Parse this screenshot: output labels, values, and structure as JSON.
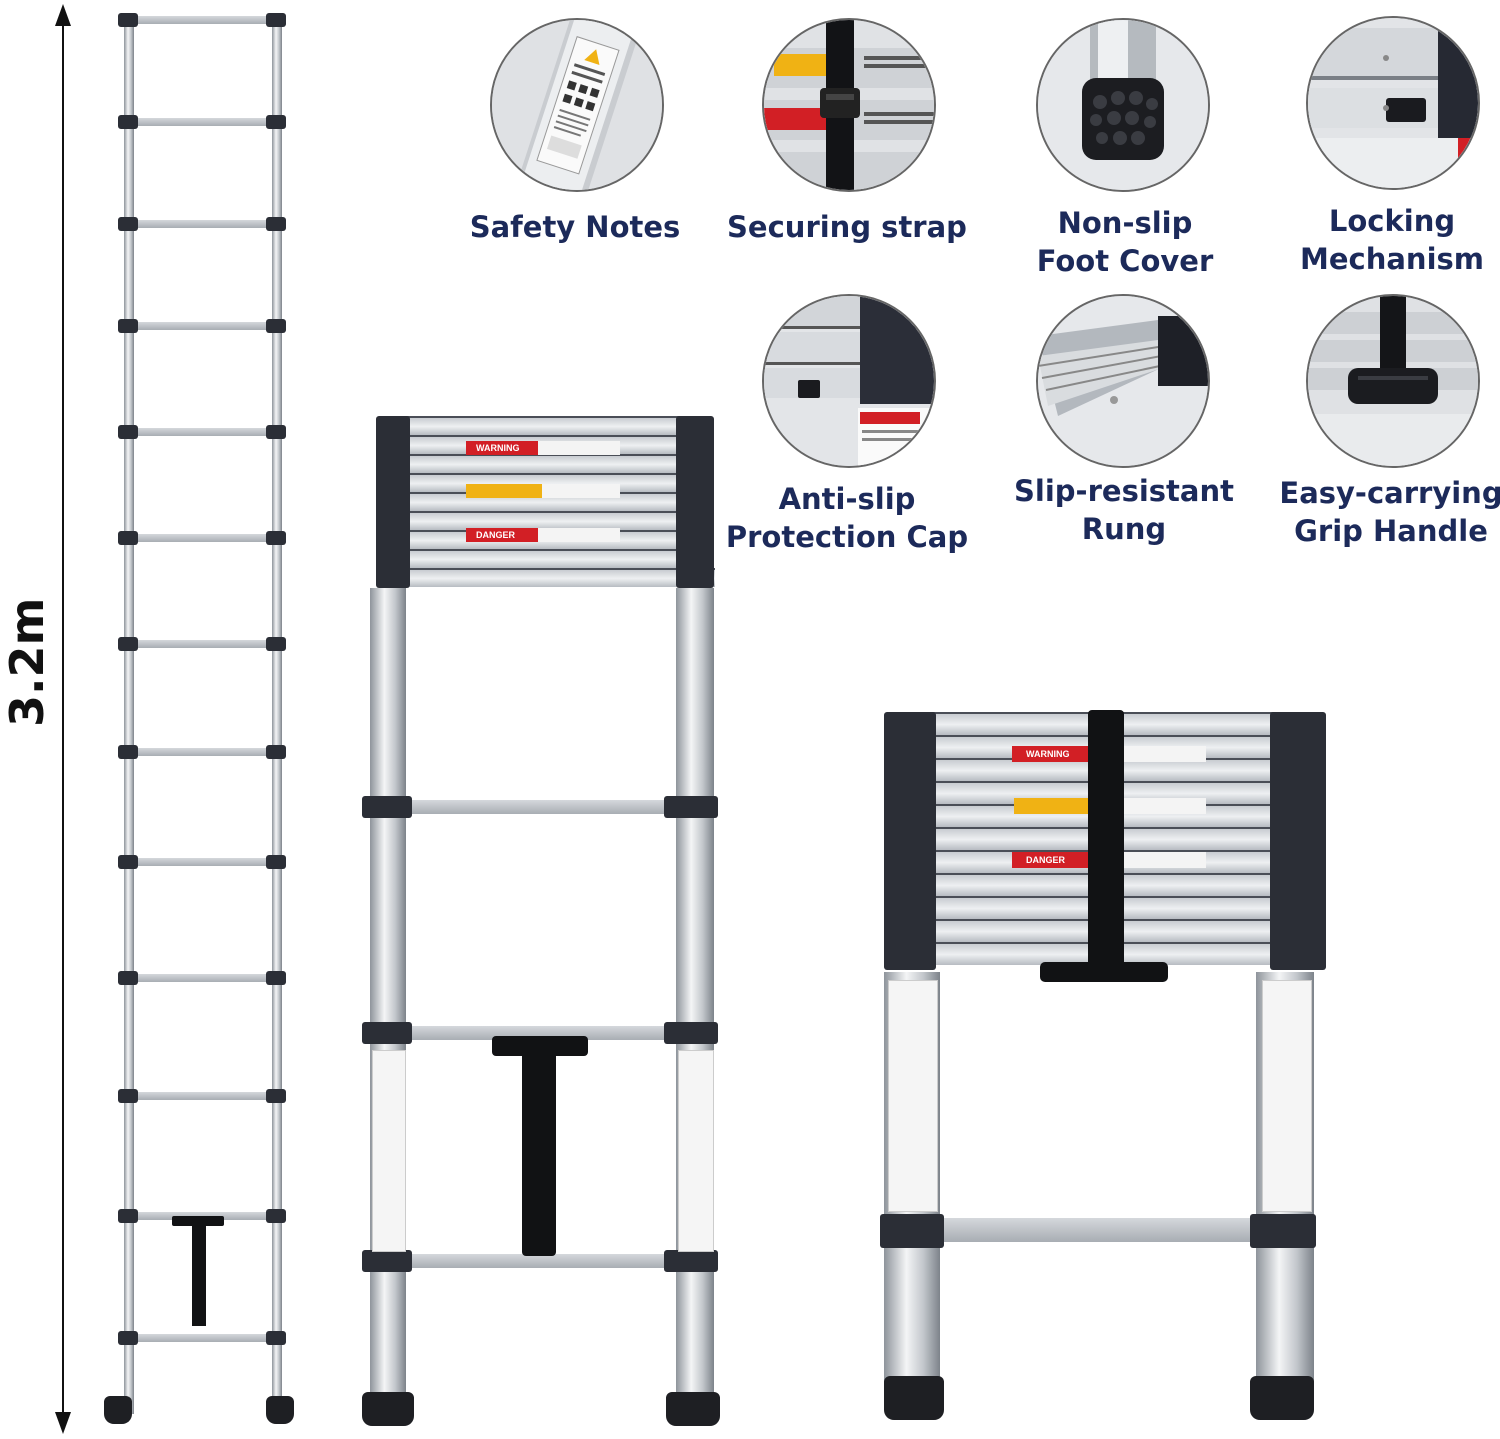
{
  "dimension": {
    "height_label": "3.2m"
  },
  "features": [
    {
      "label": "Safety Notes",
      "icon": "safety-notes-closeup"
    },
    {
      "label": "Securing strap",
      "icon": "securing-strap-closeup"
    },
    {
      "label": "Non-slip\nFoot Cover",
      "icon": "foot-cover-closeup"
    },
    {
      "label": "Locking\nMechanism",
      "icon": "locking-mechanism-closeup"
    },
    {
      "label": "Anti-slip\nProtection Cap",
      "icon": "protection-cap-closeup"
    },
    {
      "label": "Slip-resistant\nRung",
      "icon": "rung-closeup"
    },
    {
      "label": "Easy-carrying\nGrip Handle",
      "icon": "grip-handle-closeup"
    }
  ],
  "ladder_tags": {
    "warning": "WARNING",
    "danger": "DANGER"
  }
}
